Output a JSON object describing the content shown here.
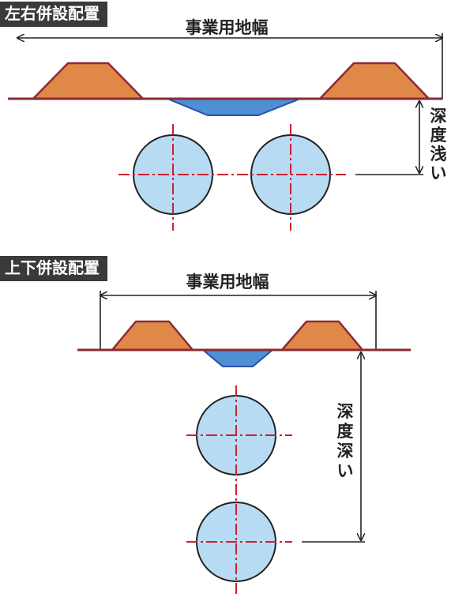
{
  "sections": [
    {
      "tag": "左右併設配置",
      "width_label": "事業用地幅",
      "depth_label": [
        "深",
        "度",
        "浅",
        "い"
      ]
    },
    {
      "tag": "上下併設配置",
      "width_label": "事業用地幅",
      "depth_label": [
        "深",
        "度",
        "深",
        "い"
      ]
    }
  ],
  "colors": {
    "ground_line": "#8b2a35",
    "embankment_fill": "#e08848",
    "embankment_stroke": "#8b2a35",
    "channel_fill": "#4f8fd3",
    "channel_stroke": "#2a4fa8",
    "pipe_fill": "#b8dbf4",
    "pipe_stroke": "#222222",
    "centerline": "#cc2030",
    "dimension": "#222222",
    "tag_background": "#3a3a3a"
  }
}
